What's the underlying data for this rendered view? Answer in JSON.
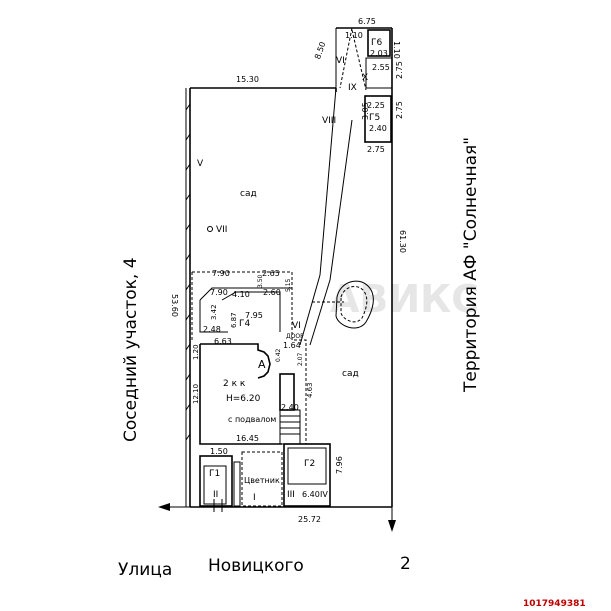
{
  "labels": {
    "left_side": "Соседний  участок, 4",
    "right_side": "Территория  АФ  \"Солнечная\"",
    "street_1": "Улица",
    "street_2": "Новицкого",
    "street_num": "2",
    "doc_id": "1017949381",
    "watermark": "АВИКС"
  },
  "rooms": {
    "garden": "сад",
    "garden_right": "сад",
    "house": "2 к к",
    "house_height": "Н=6.20",
    "basement": "с подвалом",
    "house_letter": "А",
    "g1": "Г1",
    "g2": "Г2",
    "g4": "Г4",
    "g5": "Г5",
    "g6": "Г6",
    "x": "X",
    "flowerbed": "Цветник",
    "roman_1": "I",
    "roman_2": "II",
    "roman_3": "III",
    "roman_4": "IV",
    "roman_5": "V",
    "roman_6": "VI",
    "roman_6b": "VI",
    "roman_7": "VII",
    "roman_8": "VIII",
    "roman_9": "IX",
    "door": "ДООР"
  },
  "dimensions": {
    "d_6_75": "6.75",
    "d_1_10a": "1.10",
    "d_1_10b": "1.10",
    "d_8_50": "8.50",
    "d_2_03": "2.03",
    "d_2_55": "2.55",
    "d_2_75a": "2.75",
    "d_2_75b": "2.75",
    "d_2_75c": "2.75",
    "d_2_25": "2.25",
    "d_2_40a": "2.40",
    "d_3_05": "3.05",
    "d_15_30": "15.30",
    "d_61_30": "61.30",
    "d_53_60": "53.60",
    "d_7_90a": "7.90",
    "d_2_65": "2.65",
    "d_7_90b": "7.90",
    "d_4_10": "4.10",
    "d_2_60": "2.60",
    "d_3_50": "3.50",
    "d_5_15": "5.15",
    "d_3_42": "3.42",
    "d_6_87": "6.87",
    "d_7_95": "7.95",
    "d_2_48": "2.48",
    "d_6_63": "6.63",
    "d_1_64": "1.64",
    "d_1_20": "1.20",
    "d_0_42": "0.42",
    "d_2_07": "2.07",
    "d_4_63": "4.63",
    "d_12_10": "12.10",
    "d_2_40b": "2.40",
    "d_16_45": "16.45",
    "d_1_50": "1.50",
    "d_7_96": "7.96",
    "d_6_40": "6.40",
    "d_25_72": "25.72"
  }
}
